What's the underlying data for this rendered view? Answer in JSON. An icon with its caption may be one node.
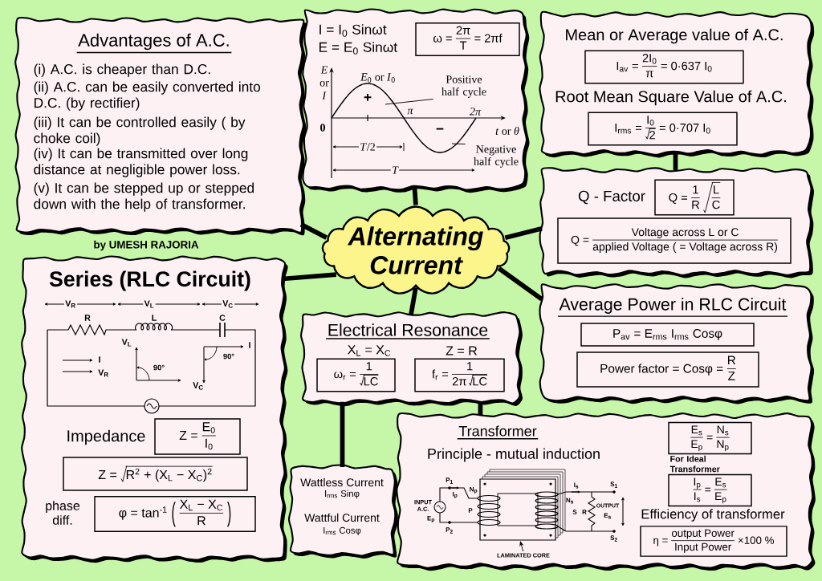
{
  "diagram": {
    "nodes": [
      {
        "text": [
          "Advantages of A.C.",
          "(i) A.C. is cheaper than D.C.",
          "(ii) A.C. can be easily converted into D.C. (by rectifier)",
          "(iii) It can be controlled easily ( by choke coil)",
          "(iv) It can be transmitted over long distance at negligible power loss.",
          "(v) It can be stepped up or stepped down with the help of transformer."
        ]
      },
      {
        "text": [
          "I = I$_{0}$ Sinωt",
          "E = E$_{0}$ Sinωt"
        ]
      },
      {
        "text": [
          "ω =",
          "2π",
          "T",
          "= 2πf"
        ],
        "in": 1
      },
      {
        "text": [
          "Positive half cycle"
        ],
        "in": 1
      },
      {
        "text": [
          "Negative half cycle"
        ],
        "in": 1
      },
      {
        "text": [
          "Mean or Average value of A.C.",
          "Root Mean Square Value of A.C."
        ]
      },
      {
        "text": [
          "I$_{av}$ =",
          "2I$_{0}$",
          "π",
          "= 0·637 I$_{0}$"
        ],
        "in": 5
      },
      {
        "text": [
          "I$_{rms}$ =",
          "I$_{0}$",
          "2",
          "= 0·707 I$_{0}$"
        ],
        "in": 5
      },
      {
        "text": [
          "Alternating Current"
        ]
      },
      {
        "text": [
          "Q - Factor"
        ]
      },
      {
        "text": [
          "Q =",
          "1",
          "R",
          "L",
          "C"
        ],
        "in": 9
      },
      {
        "text": [
          "Q =",
          "Voltage across L or C",
          "applied Voltage ( = Voltage across R)"
        ],
        "in": 9
      },
      {
        "text": [
          "Series (RLC Circuit)",
          "Impedance",
          "phase diff."
        ]
      },
      {
        "text": [
          "Z =",
          "E$_{0}$",
          "I$_{0}$"
        ],
        "in": 12
      },
      {
        "text": [
          "Z =",
          "R$^{2}$ + (X$_{L}$ − X$_{C}$)$^{2}$"
        ],
        "in": 12
      },
      {
        "text": [
          "φ = tan$^{-1}$",
          "(",
          "X$_{L}$ − X$_{C}$",
          "R",
          ")"
        ],
        "in": 12
      },
      {
        "text": [
          "Electrical Resonance",
          "X$_{L}$ = X$_{C}$",
          "Z = R"
        ]
      },
      {
        "text": [
          "ω$_{r}$ =",
          "1",
          "LC"
        ],
        "in": 16
      },
      {
        "text": [
          "f$_{r}$ =",
          "1",
          "2π",
          "LC"
        ],
        "in": 16
      },
      {
        "text": [
          "Average Power in RLC Circuit"
        ]
      },
      {
        "text": [
          "P$_{av}$ = E$_{rms}$ I$_{rms}$ Cosφ"
        ],
        "in": 19
      },
      {
        "text": [
          "Power factor = Cosφ =",
          "R",
          "Z"
        ],
        "in": 19
      },
      {
        "text": [
          "Wattless Current",
          "I$_{rms}$ Sinφ",
          "Wattful Current",
          "I$_{rms}$ Cosφ"
        ]
      },
      {
        "text": [
          "Transformer",
          "Principle - mutual induction",
          "For Ideal Transformer",
          "Efficiency of transformer"
        ]
      },
      {
        "text": [
          "E$_{s}$",
          "E$_{p}$",
          "=",
          "N$_{s}$",
          "N$_{p}$"
        ],
        "in": 23
      },
      {
        "text": [
          "I$_{p}$",
          "I$_{s}$",
          "=",
          "E$_{s}$",
          "E$_{p}$"
        ],
        "in": 23
      },
      {
        "text": [
          "η =",
          "output Power",
          "Input Power",
          "×100 %"
        ],
        "in": 23
      },
      {
        "text": [
          "LAMINATED CORE"
        ],
        "in": 23
      }
    ],
    "edges": [
      {
        "from": 8,
        "to": 0,
        "arrow": "none"
      },
      {
        "from": 8,
        "to": 1,
        "arrow": "none"
      },
      {
        "from": 8,
        "to": 9,
        "arrow": "none"
      },
      {
        "from": 5,
        "to": 9,
        "arrow": "none"
      },
      {
        "from": 8,
        "to": 12,
        "arrow": "none"
      },
      {
        "from": 8,
        "to": 16,
        "arrow": "none"
      },
      {
        "from": 8,
        "to": 19,
        "arrow": "none"
      },
      {
        "from": 16,
        "to": 22,
        "arrow": "none"
      },
      {
        "from": 16,
        "to": 23,
        "arrow": "none"
      },
      {
        "from": 3,
        "to": null,
        "arrow": "none"
      },
      {
        "from": 4,
        "to": null,
        "arrow": "none"
      },
      {
        "from": 27,
        "to": null,
        "arrow": "to"
      }
    ],
    "labels": [
      "*E* or *I*",
      "*E*$_{0}$ or *I*$_{0}$",
      "+",
      "π",
      "2π",
      "0",
      "*t* or *θ*",
      "−",
      "*T*/2",
      "T",
      "by UMESH RAJORIA",
      "V$_{R}$",
      "V$_{L}$",
      "V$_{C}$",
      "R",
      "L",
      "C",
      "V$_{L}$",
      "I",
      "90°",
      "I",
      "90°",
      "V$_{R}$",
      "V$_{C}$",
      "P$_{1}$",
      "I$_{p}$",
      "N$_{p}$",
      "INPUT A.C.",
      "P",
      "E$_{p}$",
      "P$_{2}$",
      "I$_{s}$",
      "S$_{1}$",
      "N$_{s}$",
      "S",
      "R",
      "OUTPUT",
      "E$_{s}$",
      "S$_{2}$"
    ]
  }
}
